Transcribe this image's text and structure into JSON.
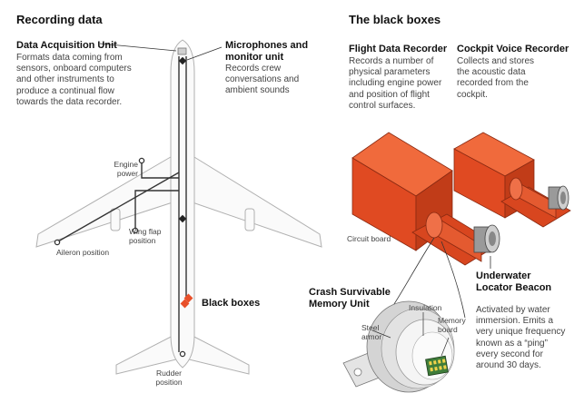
{
  "left_title": "Recording data",
  "right_title": "The black boxes",
  "dau": {
    "title": "Data Acquisition Unit",
    "desc": "Formats data coming from sensors, onboard computers and other instruments to produce a continual flow towards the data recorder."
  },
  "mic": {
    "title": "Microphones and monitor unit",
    "desc": "Records crew conversations and ambient sounds"
  },
  "engine_label": "Engine power",
  "wing_flap_label": "Wing flap position",
  "aileron_label": "Aileron position",
  "black_boxes_label": "Black boxes",
  "rudder_label": "Rudder position",
  "fdr": {
    "title": "Flight Data Recorder",
    "desc": "Records a number of physical parameters including engine power and position of flight control surfaces."
  },
  "cvr": {
    "title": "Cockpit Voice Recorder",
    "desc": "Collects and stores the acoustic data recorded from the cockpit."
  },
  "circuit_board_label": "Circuit board",
  "ulb": {
    "title": "Underwater Locator Beacon",
    "desc": "Activated by water immersion. Emits a very unique frequency known as a “ping” every second for around 30 days."
  },
  "csmu_title": "Crash Survivable Memory Unit",
  "insulation_label": "Insulation",
  "memory_board_label": "Memory board",
  "steel_armor_label": "Steel armor",
  "colors": {
    "accent": "#e8502a",
    "accent_dark": "#b53a1c",
    "wire": "#333333"
  }
}
